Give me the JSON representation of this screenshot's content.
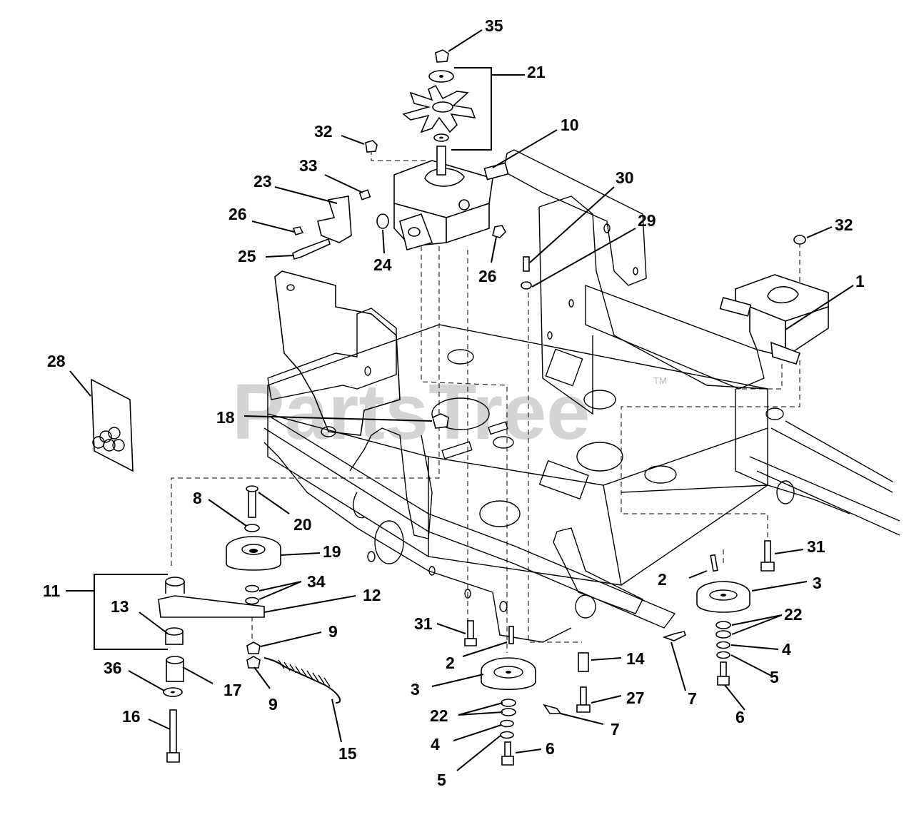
{
  "watermark": {
    "text": "PartsTree",
    "tm": "TM"
  },
  "callouts": [
    {
      "id": "c35",
      "num": "35"
    },
    {
      "id": "c21",
      "num": "21"
    },
    {
      "id": "c10",
      "num": "10"
    },
    {
      "id": "c32a",
      "num": "32"
    },
    {
      "id": "c33",
      "num": "33"
    },
    {
      "id": "c23",
      "num": "23"
    },
    {
      "id": "c26a",
      "num": "26"
    },
    {
      "id": "c25",
      "num": "25"
    },
    {
      "id": "c24",
      "num": "24"
    },
    {
      "id": "c26b",
      "num": "26"
    },
    {
      "id": "c30",
      "num": "30"
    },
    {
      "id": "c29",
      "num": "29"
    },
    {
      "id": "c32b",
      "num": "32"
    },
    {
      "id": "c1",
      "num": "1"
    },
    {
      "id": "c28",
      "num": "28"
    },
    {
      "id": "c18",
      "num": "18"
    },
    {
      "id": "c8",
      "num": "8"
    },
    {
      "id": "c20",
      "num": "20"
    },
    {
      "id": "c19",
      "num": "19"
    },
    {
      "id": "c11",
      "num": "11"
    },
    {
      "id": "c34",
      "num": "34"
    },
    {
      "id": "c12",
      "num": "12"
    },
    {
      "id": "c13",
      "num": "13"
    },
    {
      "id": "c9a",
      "num": "9"
    },
    {
      "id": "c36",
      "num": "36"
    },
    {
      "id": "c17",
      "num": "17"
    },
    {
      "id": "c9b",
      "num": "9"
    },
    {
      "id": "c16",
      "num": "16"
    },
    {
      "id": "c15",
      "num": "15"
    },
    {
      "id": "c31a",
      "num": "31"
    },
    {
      "id": "c2a",
      "num": "2"
    },
    {
      "id": "c3a",
      "num": "3"
    },
    {
      "id": "c22a",
      "num": "22"
    },
    {
      "id": "c4a",
      "num": "4"
    },
    {
      "id": "c5a",
      "num": "5"
    },
    {
      "id": "c6a",
      "num": "6"
    },
    {
      "id": "c7a",
      "num": "7"
    },
    {
      "id": "c14",
      "num": "14"
    },
    {
      "id": "c27",
      "num": "27"
    },
    {
      "id": "c31b",
      "num": "31"
    },
    {
      "id": "c2b",
      "num": "2"
    },
    {
      "id": "c3b",
      "num": "3"
    },
    {
      "id": "c22b",
      "num": "22"
    },
    {
      "id": "c4b",
      "num": "4"
    },
    {
      "id": "c5b",
      "num": "5"
    },
    {
      "id": "c6b",
      "num": "6"
    },
    {
      "id": "c7b",
      "num": "7"
    }
  ]
}
